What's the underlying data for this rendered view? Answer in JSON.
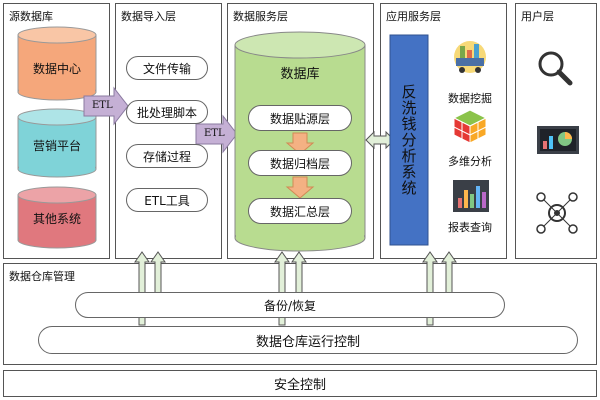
{
  "layers": {
    "source": "源数据库",
    "import": "数据导入层",
    "service": "数据服务层",
    "app": "应用服务层",
    "user": "用户层"
  },
  "source_dbs": [
    "数据中心",
    "营销平台",
    "其他系统"
  ],
  "import_tools": [
    "文件传输",
    "批处理脚本",
    "存储过程",
    "ETL工具"
  ],
  "etl_labels": [
    "ETL",
    "ETL"
  ],
  "service": {
    "db_title": "数据库",
    "tiers": [
      "数据贴源层",
      "数据归档层",
      "数据汇总层"
    ]
  },
  "app": {
    "system_name": "反洗钱分析系统",
    "items": [
      {
        "label": "数据挖掘",
        "icon": "data-mining-icon"
      },
      {
        "label": "多维分析",
        "icon": "cube-icon"
      },
      {
        "label": "报表查询",
        "icon": "bar-chart-icon"
      }
    ]
  },
  "user_icons": [
    "magnifier-icon",
    "monitor-chart-icon",
    "network-gear-icon"
  ],
  "management": {
    "title": "数据仓库管理",
    "backup": "备份/恢复",
    "control": "数据仓库运行控制"
  },
  "security": "安全控制",
  "colors": {
    "orange": "#f5a77b",
    "teal": "#7fd3d8",
    "pink": "#e0787e",
    "green": "#b8dc90",
    "blue": "#4472c4",
    "etl_arrow": "#c5b0d5",
    "down_arrow": "#f4b183",
    "up_arrow_fill": "#e2f0d9"
  }
}
